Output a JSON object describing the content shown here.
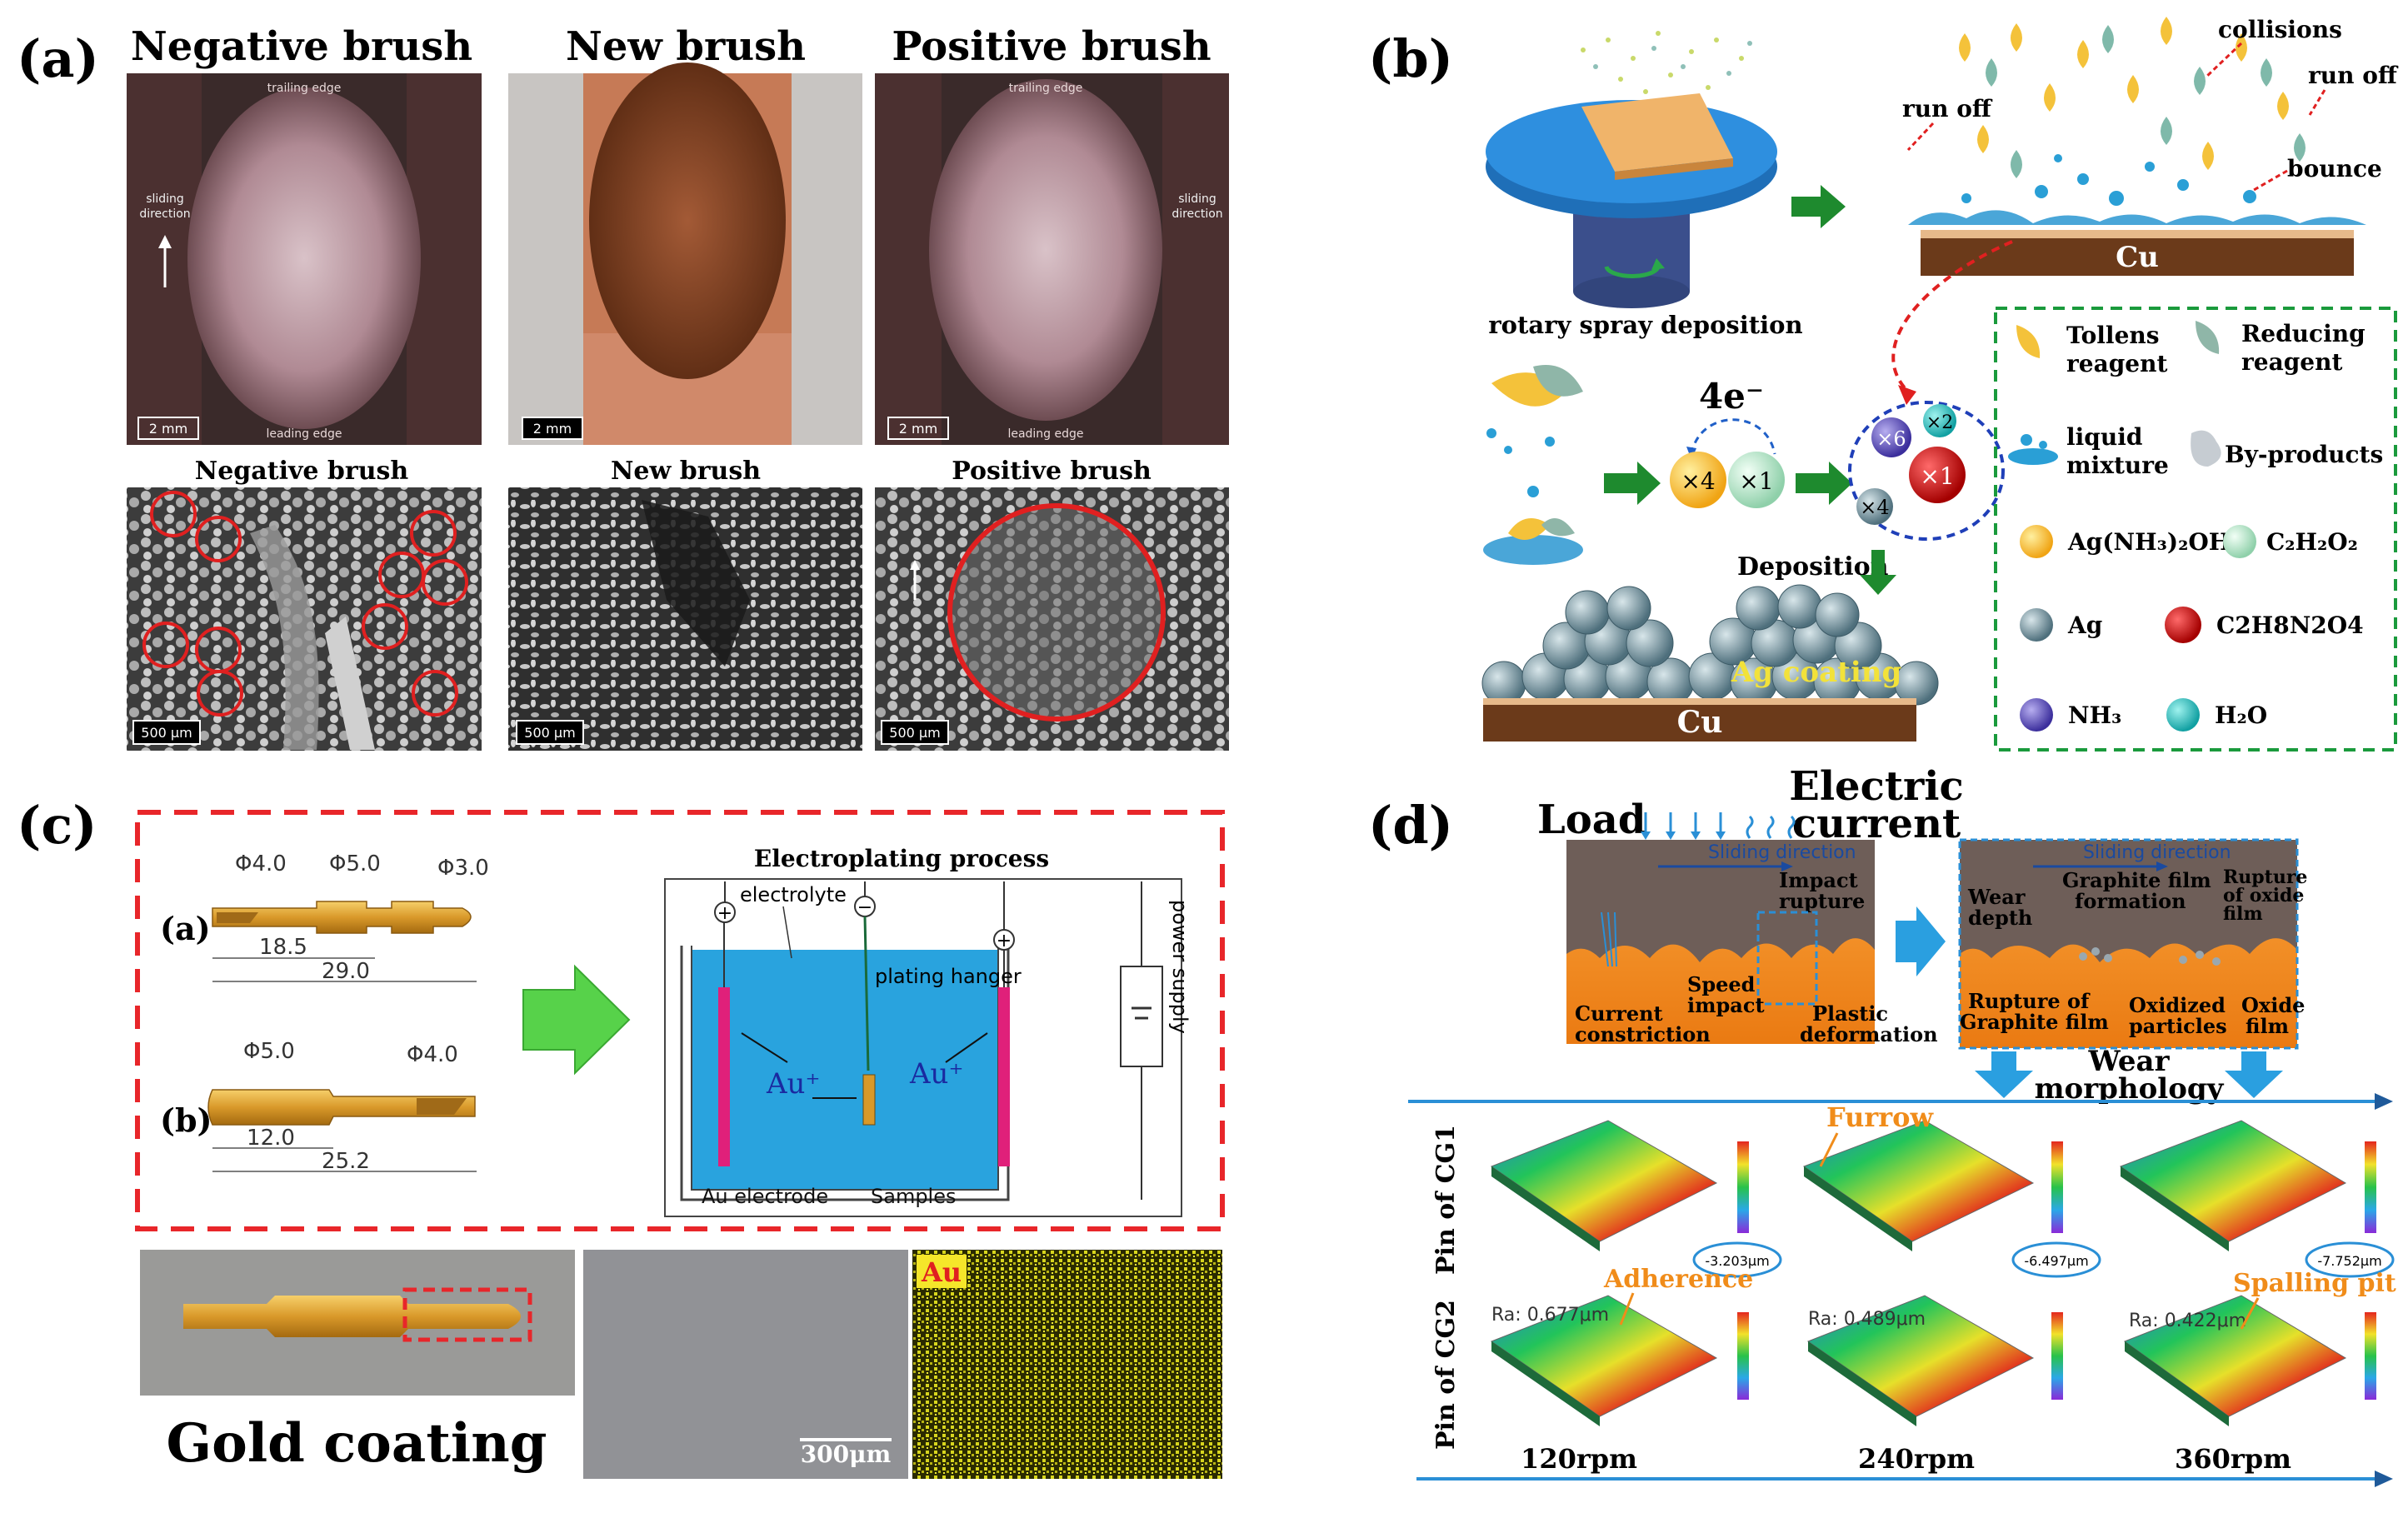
{
  "panels": {
    "a": {
      "label": "(a)",
      "titles": [
        "Negative brush",
        "New brush",
        "Positive brush"
      ],
      "photo_notes": {
        "trailing": "trailing edge",
        "leading": "leading edge",
        "sliding_1": "sliding",
        "sliding_2": "direction"
      },
      "scale_photo": "2 mm",
      "sem_titles": [
        "Negative brush",
        "New brush",
        "Positive brush"
      ],
      "scale_sem": "500 µm"
    },
    "b": {
      "label": "(b)",
      "rotary_label": "rotary spray deposition",
      "collisions": "collisions",
      "run_off_1": "run off",
      "run_off_2": "run off",
      "bounce": "bounce",
      "cu_top": "Cu",
      "cu_bottom": "Cu",
      "electrons": "4e⁻",
      "x4": "×4",
      "x1": "×1",
      "x6": "×6",
      "x2": "×2",
      "x1b": "×1",
      "x4b": "×4",
      "deposition": "Deposition",
      "ag_coating": "Ag coating",
      "legend": {
        "tollens_1": "Tollens",
        "tollens_2": "reagent",
        "reducing_1": "Reducing",
        "reducing_2": "reagent",
        "liquid_1": "liquid",
        "liquid_2": "mixture",
        "byproducts": "By-products",
        "agnh3": "Ag(NH₃)₂OH",
        "c2h2o2": "C₂H₂O₂",
        "ag": "Ag",
        "c2h8": "C2H8N2O4",
        "nh3": "NH₃",
        "h2o": "H₂O"
      }
    },
    "c": {
      "label": "(c)",
      "pin_a": "(a)",
      "pin_b": "(b)",
      "dims_a": [
        "Φ4.0",
        "Φ5.0",
        "Φ3.0",
        "18.5",
        "29.0"
      ],
      "dims_b": [
        "Φ5.0",
        "Φ4.0",
        "12.0",
        "25.2"
      ],
      "process_title": "Electroplating process",
      "electrolyte": "electrolyte",
      "plating_hanger": "plating hanger",
      "power_supply": "power supply",
      "au_left": "Au⁺",
      "au_right": "Au⁺",
      "au_electrode": "Au electrode",
      "samples": "Samples",
      "gold_coating": "Gold coating",
      "scale": "300μm",
      "au_map": "Au"
    },
    "d": {
      "label": "(d)",
      "load": "Load",
      "electric_1": "Electric",
      "electric_2": "current",
      "sliding_1": "Sliding direction",
      "sliding_2": "Sliding direction",
      "impact_rupture": [
        "Impact",
        "rupture"
      ],
      "speed_impact": [
        "Speed",
        "impact"
      ],
      "current_constriction": [
        "Current",
        "constriction"
      ],
      "plastic_deformation": [
        "Plastic",
        "deformation"
      ],
      "wear_depth": [
        "Wear",
        "depth"
      ],
      "graphite_film": [
        "Graphite film",
        "formation"
      ],
      "rupture_oxide": [
        "Rupture",
        "of oxide",
        "film"
      ],
      "rupture_graphite": [
        "Rupture of",
        "Graphite film"
      ],
      "oxidized_particles": [
        "Oxidized",
        "particles"
      ],
      "oxide_film": [
        "Oxide",
        "film"
      ],
      "wear_morphology": [
        "Wear",
        "morphology"
      ],
      "furrow": "Furrow",
      "adherence": "Adherence",
      "spalling": "Spalling pit",
      "pin_cg1": "Pin of CG1",
      "pin_cg2": "Pin of CG2",
      "speeds": [
        "120rpm",
        "240rpm",
        "360rpm"
      ],
      "cg1_min": [
        "-3.203μm",
        "-6.497μm",
        "-7.752μm"
      ],
      "ra": [
        "Ra: 0.677μm",
        "Ra: 0.489μm",
        "Ra: 0.422μm"
      ]
    }
  },
  "colors": {
    "red_dash": "#e8262a",
    "green_dash": "#1a9a3c",
    "blue_dash": "#2a8fd6",
    "green_arrow": "#1e8a2e",
    "gold": "#d99a2e",
    "cu_brown": "#6b3a1a",
    "electrolyte": "#29a3de",
    "orange_text": "#f08c1a"
  }
}
